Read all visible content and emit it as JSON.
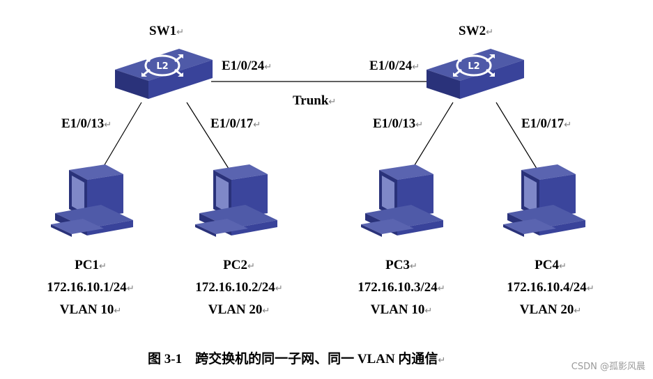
{
  "switches": [
    {
      "name": "SW1",
      "port_to_sw": "E1/0/24",
      "port_left": "E1/0/13",
      "port_right": "E1/0/17"
    },
    {
      "name": "SW2",
      "port_to_sw": "E1/0/24",
      "port_left": "E1/0/13",
      "port_right": "E1/0/17"
    }
  ],
  "trunk_label": "Trunk",
  "pcs": [
    {
      "name": "PC1",
      "ip": "172.16.10.1/24",
      "vlan": "VLAN 10"
    },
    {
      "name": "PC2",
      "ip": "172.16.10.2/24",
      "vlan": "VLAN 20"
    },
    {
      "name": "PC3",
      "ip": "172.16.10.3/24",
      "vlan": "VLAN 10"
    },
    {
      "name": "PC4",
      "ip": "172.16.10.4/24",
      "vlan": "VLAN 20"
    }
  ],
  "caption": "图 3-1    跨交换机的同一子网、同一 VLAN 内通信",
  "return_mark": "↵",
  "watermark": "CSDN @孤影风晨",
  "colors": {
    "device_top": "#4f5aa8",
    "device_side": "#2a327a",
    "device_front": "#39439a",
    "screen": "#7f88c8",
    "line": "#000000"
  }
}
